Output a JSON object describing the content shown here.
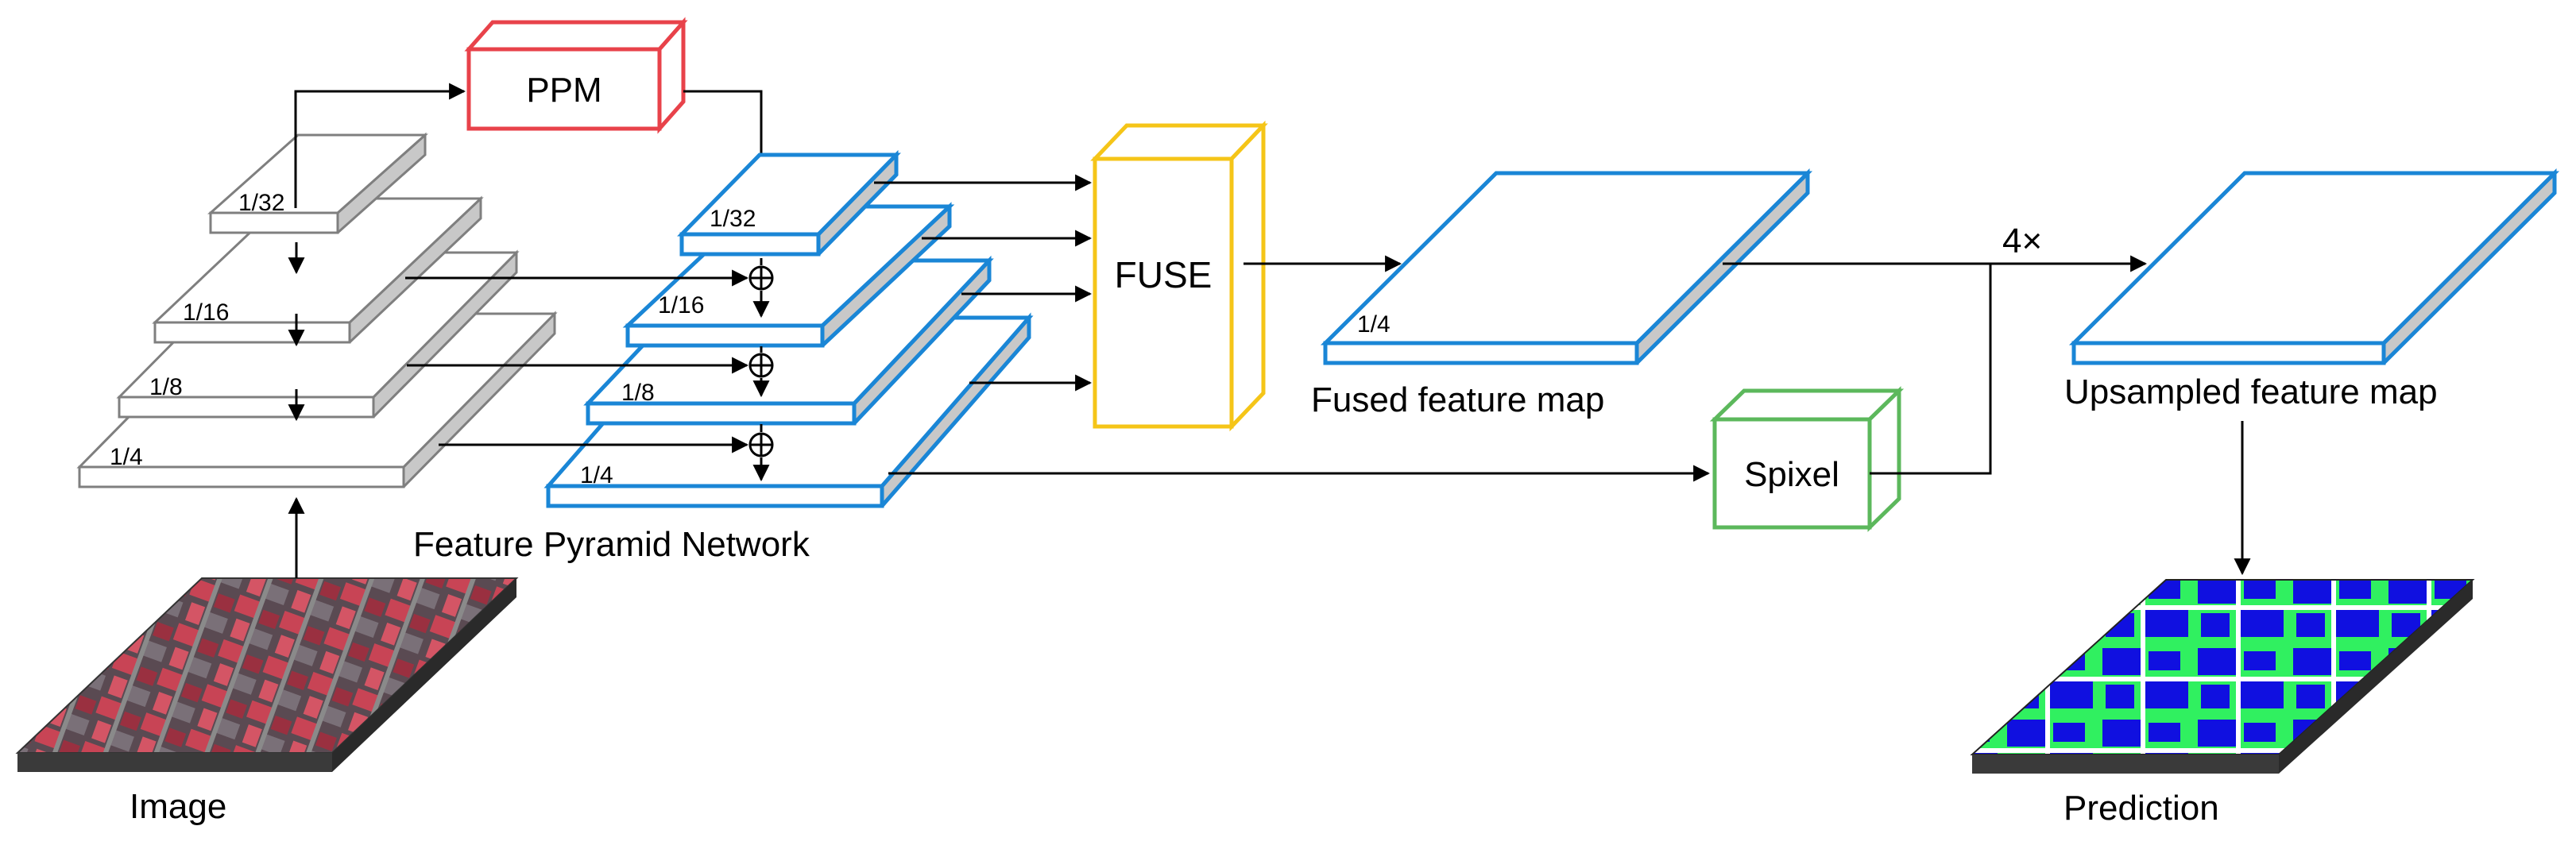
{
  "modules": {
    "ppm": "PPM",
    "fuse": "FUSE",
    "spixel": "Spixel"
  },
  "backbone": {
    "levels": [
      "1/32",
      "1/16",
      "1/8",
      "1/4"
    ]
  },
  "fpn": {
    "levels": [
      "1/32",
      "1/16",
      "1/8",
      "1/4"
    ],
    "caption": "Feature Pyramid Network"
  },
  "fused": {
    "scale": "1/4",
    "caption": "Fused feature map"
  },
  "upsample": {
    "factor": "4×",
    "caption": "Upsampled feature map"
  },
  "image_caption": "Image",
  "prediction_caption": "Prediction",
  "colors": {
    "ppm_border": "#e8424a",
    "fuse_border": "#f5c518",
    "spixel_border": "#5cb85c",
    "fpn_border": "#1a86d6",
    "seg_blue": "#1010e0",
    "seg_green": "#30f060"
  }
}
